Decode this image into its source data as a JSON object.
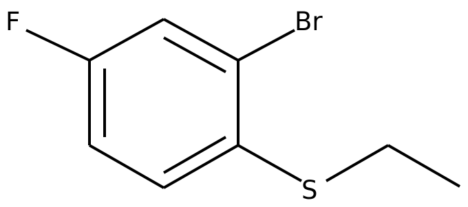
{
  "molecule": {
    "atoms": {
      "fluorine": "F",
      "bromine": "Br",
      "sulfur": "S"
    }
  }
}
